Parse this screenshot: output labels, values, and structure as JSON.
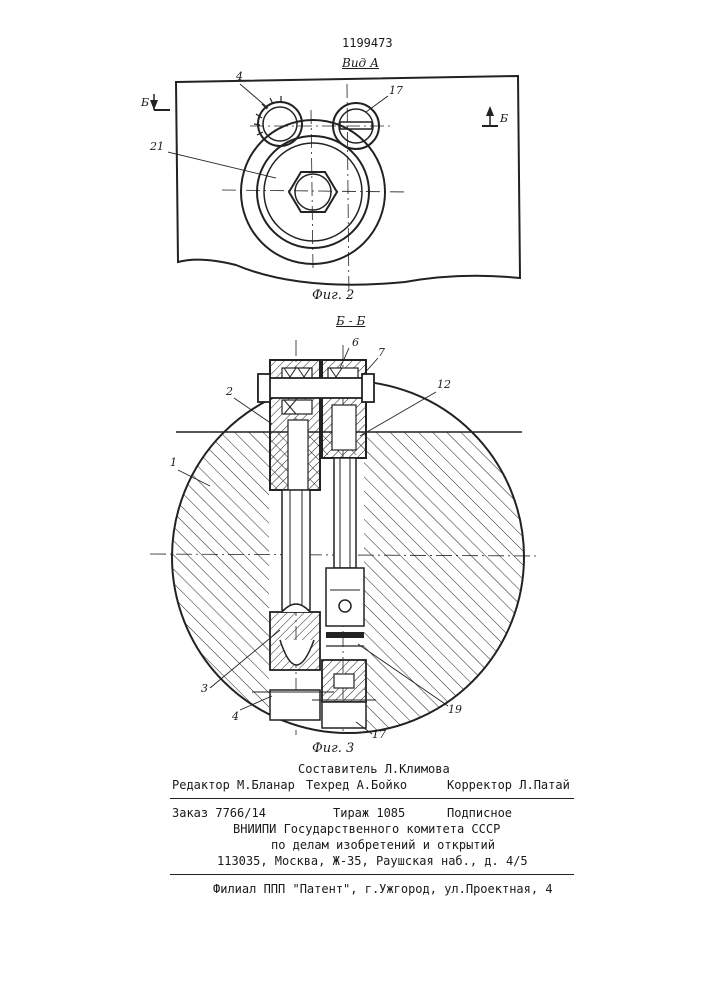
{
  "patent_number": "1199473",
  "view_label": "Вид А",
  "fig2": {
    "caption": "Фиг. 2",
    "section_mark": "Б",
    "callouts": {
      "c4": "4",
      "c17": "17",
      "c21": "21"
    }
  },
  "fig3": {
    "section_title": "Б - Б",
    "caption": "Фиг. 3",
    "callouts": {
      "c1": "1",
      "c2": "2",
      "c3": "3",
      "c4": "4",
      "c6": "6",
      "c7": "7",
      "c12": "12",
      "c17": "17",
      "c19": "19"
    }
  },
  "imprint": {
    "compiler": "Составитель Л.Климова",
    "editor": "Редактор М.Бланар",
    "techred": "Техред А.Бойко",
    "corrector": "Корректор Л.Патай",
    "order": "Заказ 7766/14",
    "circulation": "Тираж 1085",
    "subscription": "Подписное",
    "institute": "ВНИИПИ Государственного комитета СССР",
    "committee": "по делам изобретений и открытий",
    "address": "113035, Москва, Ж-35, Раушская наб., д. 4/5",
    "branch": "Филиал ППП \"Патент\", г.Ужгород, ул.Проектная, 4"
  }
}
